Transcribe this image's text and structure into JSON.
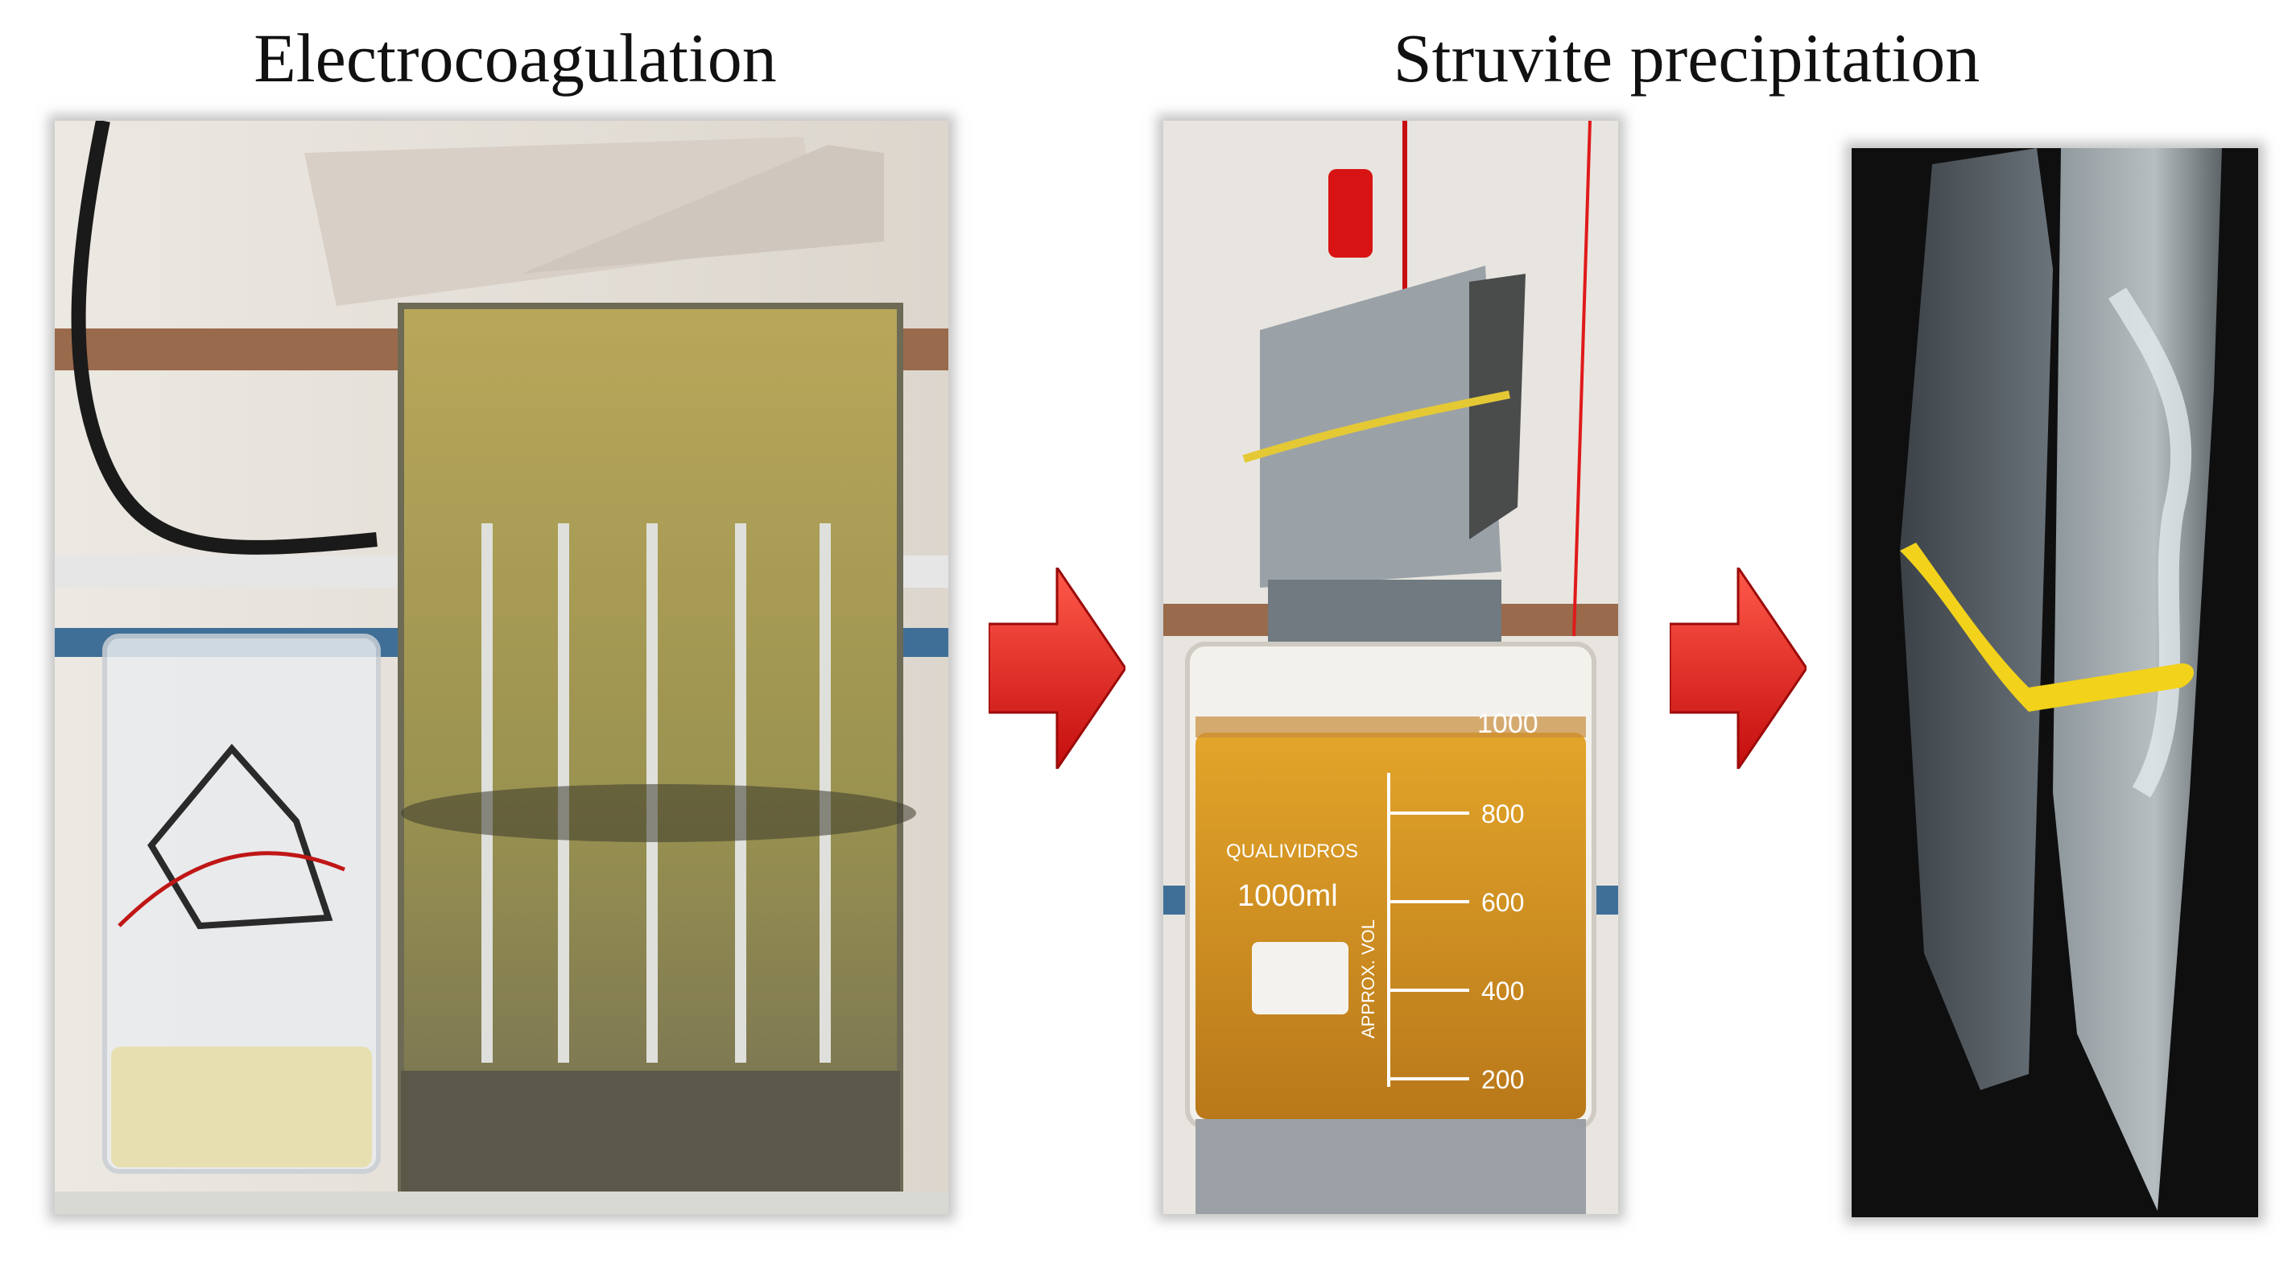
{
  "titles": {
    "electrocoagulation": "Electrocoagulation",
    "struvite": "Struvite precipitation"
  },
  "beaker": {
    "brand": "QUALIVIDROS",
    "capacity": "1000ml",
    "approx": "APPROX. VOL",
    "top_mark": "1000",
    "marks": [
      "800",
      "600",
      "400",
      "200"
    ]
  },
  "colors": {
    "arrow": "#e02020",
    "liquid": "#d89a1c",
    "tank": "#a89c4c"
  }
}
